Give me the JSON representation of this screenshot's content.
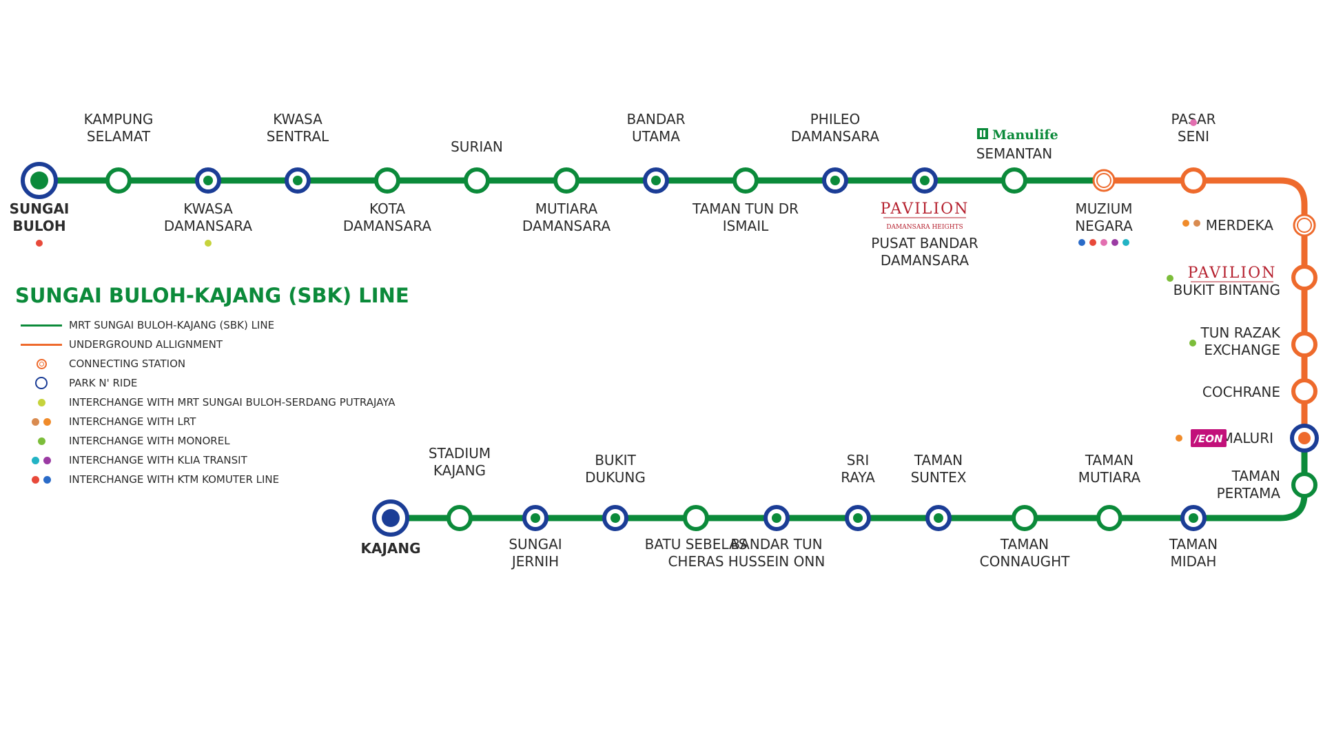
{
  "colors": {
    "green": "#0b8a3a",
    "orange": "#ee6a2c",
    "blue": "#1b3d96",
    "pavilion": "#b5202e",
    "aeon": "#c2117a",
    "text": "#2b2b2b",
    "ssp": "#c6d33c",
    "lrt1": "#d98b50",
    "lrt2": "#f08b2a",
    "mono": "#7cbd3a",
    "klia1": "#22b3c4",
    "klia2": "#9b3ba3",
    "ktm1": "#e8493a",
    "ktm2": "#2a6bc8",
    "pink": "#e26fb0"
  },
  "legend": {
    "title": "SUNGAI BULOH-KAJANG (SBK) LINE",
    "items": [
      {
        "text": "MRT SUNGAI BULOH-KAJANG (SBK) LINE"
      },
      {
        "text": "UNDERGROUND ALLIGNMENT"
      },
      {
        "text": "CONNECTING STATION"
      },
      {
        "text": "PARK N' RIDE"
      },
      {
        "text": "INTERCHANGE WITH  MRT SUNGAI BULOH-SERDANG PUTRAJAYA"
      },
      {
        "text": "INTERCHANGE WITH LRT"
      },
      {
        "text": "INTERCHANGE WITH  MONOREL"
      },
      {
        "text": "INTERCHANGE WITH KLIA TRANSIT"
      },
      {
        "text": "INTERCHANGE WITH  KTM KOMUTER LINE"
      }
    ]
  },
  "brands": {
    "pavilion": "PAVILION",
    "pavilion_sub": "DAMANSARA HEIGHTS",
    "manulife": "Manulife",
    "aeon": "/EON"
  },
  "stations": [
    {
      "name": [
        "SUNGAI",
        "BULOH"
      ],
      "type": "terminal"
    },
    {
      "name": [
        "KAMPUNG",
        "SELAMAT"
      ],
      "type": "normal"
    },
    {
      "name": [
        "KWASA",
        "DAMANSARA"
      ],
      "type": "park",
      "interchange": [
        "ssp"
      ]
    },
    {
      "name": [
        "KWASA",
        "SENTRAL"
      ],
      "type": "park"
    },
    {
      "name": [
        "KOTA",
        "DAMANSARA"
      ],
      "type": "normal"
    },
    {
      "name": [
        "SURIAN"
      ],
      "type": "normal"
    },
    {
      "name": [
        "MUTIARA",
        "DAMANSARA"
      ],
      "type": "normal"
    },
    {
      "name": [
        "BANDAR",
        "UTAMA"
      ],
      "type": "park"
    },
    {
      "name": [
        "TAMAN TUN DR",
        "ISMAIL"
      ],
      "type": "normal"
    },
    {
      "name": [
        "PHILEO",
        "DAMANSARA"
      ],
      "type": "park"
    },
    {
      "name": [
        "PUSAT BANDAR",
        "DAMANSARA"
      ],
      "type": "park",
      "brand": "pavilion"
    },
    {
      "name": [
        "SEMANTAN"
      ],
      "type": "normal",
      "brand": "manulife"
    },
    {
      "name": [
        "MUZIUM",
        "NEGARA"
      ],
      "type": "connecting"
    },
    {
      "name": [
        "PASAR",
        "SENI"
      ],
      "type": "orange"
    },
    {
      "name": [
        "MERDEKA"
      ],
      "type": "connecting"
    },
    {
      "name": [
        "BUKIT BINTANG"
      ],
      "type": "orange",
      "brand": "pavilion"
    },
    {
      "name": [
        "TUN RAZAK",
        "EXCHANGE"
      ],
      "type": "orange"
    },
    {
      "name": [
        "COCHRANE"
      ],
      "type": "orange"
    },
    {
      "name": [
        "MALURI"
      ],
      "type": "maluri",
      "brand": "aeon"
    },
    {
      "name": [
        "TAMAN",
        "PERTAMA"
      ],
      "type": "normal"
    },
    {
      "name": [
        "TAMAN",
        "MIDAH"
      ],
      "type": "park"
    },
    {
      "name": [
        "TAMAN",
        "MUTIARA"
      ],
      "type": "normal"
    },
    {
      "name": [
        "TAMAN",
        "CONNAUGHT"
      ],
      "type": "normal"
    },
    {
      "name": [
        "TAMAN",
        "SUNTEX"
      ],
      "type": "park"
    },
    {
      "name": [
        "SRI",
        "RAYA"
      ],
      "type": "park"
    },
    {
      "name": [
        "BANDAR TUN",
        "HUSSEIN ONN"
      ],
      "type": "park"
    },
    {
      "name": [
        "BATU SEBELAS",
        "CHERAS"
      ],
      "type": "normal"
    },
    {
      "name": [
        "BUKIT",
        "DUKUNG"
      ],
      "type": "park"
    },
    {
      "name": [
        "SUNGAI",
        "JERNIH"
      ],
      "type": "park"
    },
    {
      "name": [
        "STADIUM",
        "KAJANG"
      ],
      "type": "normal"
    },
    {
      "name": [
        "KAJANG"
      ],
      "type": "terminal"
    }
  ]
}
